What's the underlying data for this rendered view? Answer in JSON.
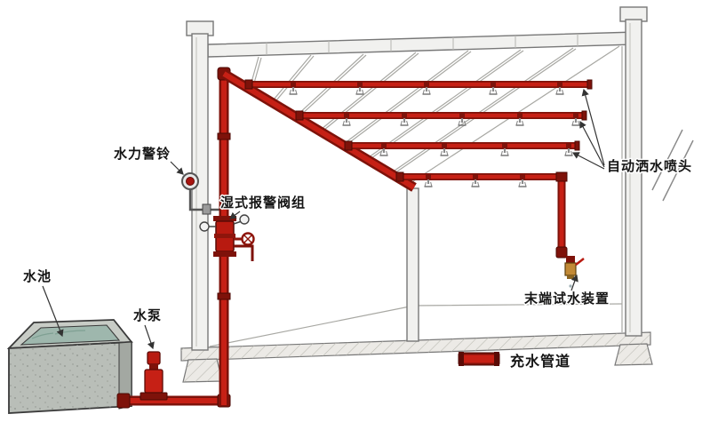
{
  "labels": {
    "alarm_bell": "水力警铃",
    "wet_valve_group": "湿式报警阀组",
    "water_tank": "水池",
    "water_pump": "水泵",
    "sprinkler_heads": "自动洒水喷头",
    "end_test_device": "末端试水装置",
    "legend_pipe": "充水管道"
  },
  "icons": {
    "sprinkler_head": "pendent-sprinkler",
    "alarm_bell": "water-motor-gong",
    "pump": "vertical-inline-pump",
    "valve": "wet-alarm-valve",
    "legend_symbol": "red-pipe-segment"
  },
  "colors": {
    "pipe_red": "#c62015",
    "pipe_dark": "#7e120a",
    "structure_gray": "#f1f1ef",
    "water_green": "#9eb7ad",
    "label_black": "#151515",
    "background": "#ffffff"
  }
}
